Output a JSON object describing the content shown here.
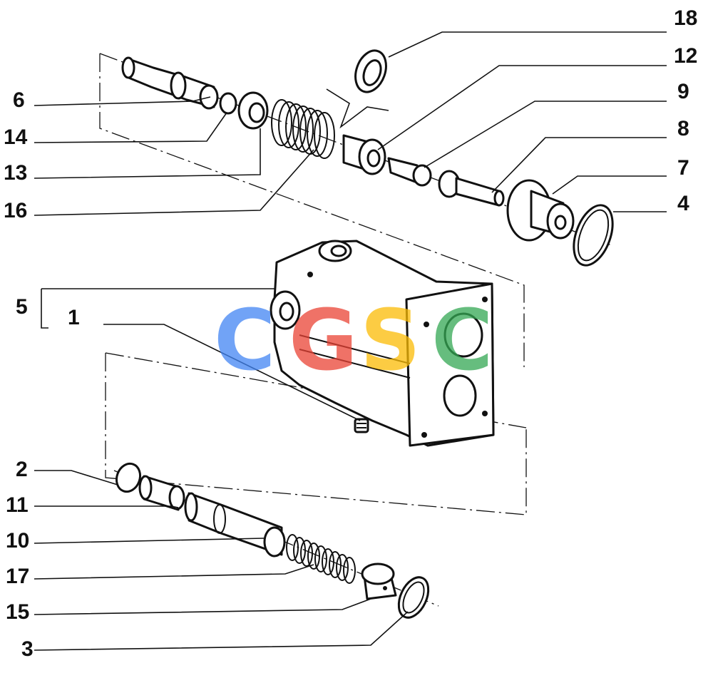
{
  "callouts": {
    "c1": "1",
    "c2": "2",
    "c3": "3",
    "c4": "4",
    "c5": "5",
    "c6": "6",
    "c7": "7",
    "c8": "8",
    "c9": "9",
    "c10": "10",
    "c11": "11",
    "c12": "12",
    "c13": "13",
    "c14": "14",
    "c15": "15",
    "c16": "16",
    "c17": "17",
    "c18": "18"
  },
  "watermark": {
    "letters": [
      "C",
      "G",
      "S",
      "C"
    ],
    "colors": [
      "#4285F4",
      "#EA4335",
      "#FBBC05",
      "#34A853"
    ]
  }
}
